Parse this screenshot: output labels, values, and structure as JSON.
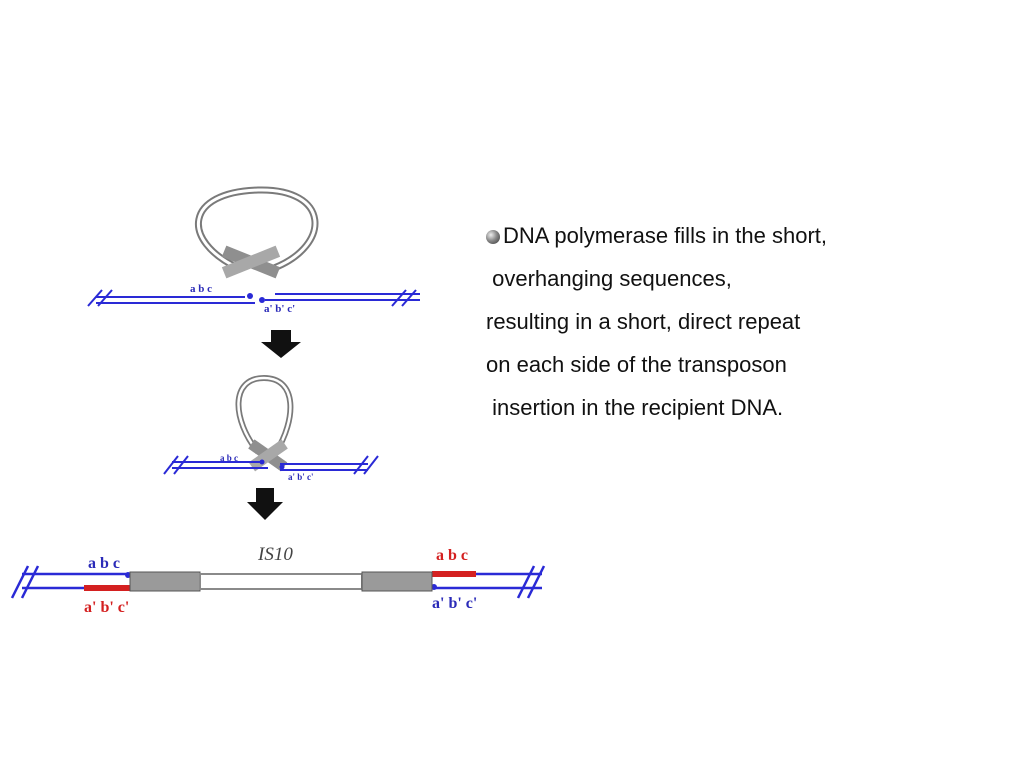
{
  "text_lines": [
    "DNA polymerase fills in the short,",
    " overhanging sequences,",
    "resulting in a short, direct repeat",
    "on each side of the transposon",
    " insertion in the recipient DNA."
  ],
  "diagram": {
    "top_left_seq": "a b c",
    "top_right_seq": "a' b' c'",
    "mid_left_seq": "a b c",
    "mid_right_seq": "a' b' c'",
    "element_label": "IS10",
    "bottom_left_top": "a b c",
    "bottom_left_bottom": "a' b' c'",
    "bottom_right_top": "a b c",
    "bottom_right_bottom": "a' b' c'"
  },
  "colors": {
    "dna": "#2a2ad6",
    "repeat": "#d42020",
    "label": "#2a2ab8",
    "transposon": "#9a9a9a",
    "arrow": "#111111"
  }
}
